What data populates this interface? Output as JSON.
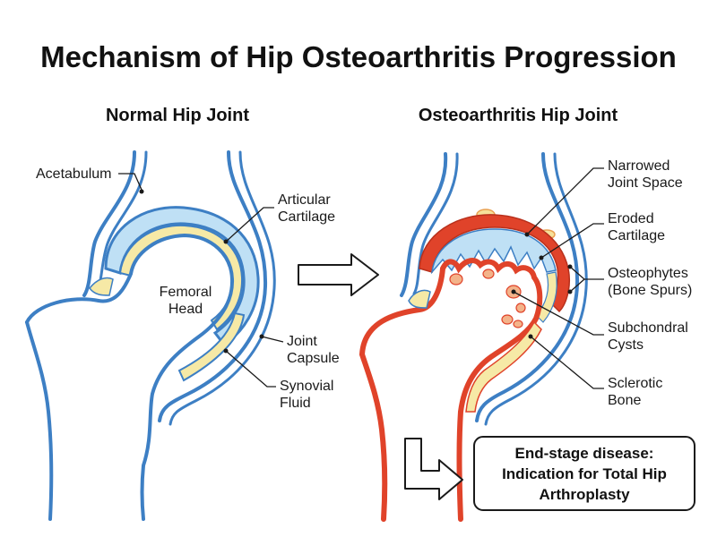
{
  "title": "Mechanism of Hip Osteoarthritis Progression",
  "panels": {
    "normal": {
      "title": "Normal Hip Joint",
      "labels": {
        "acetabulum": "Acetabulum",
        "articular_cartilage": [
          "Articular",
          "Cartilage"
        ],
        "femoral_head": [
          "Femoral",
          "Head"
        ],
        "joint_capsule": [
          "Joint",
          "Capsule"
        ],
        "synovial_fluid": [
          "Synovial",
          "Fluid"
        ]
      }
    },
    "oa": {
      "title": "Osteoarthritis Hip Joint",
      "labels": {
        "narrowed_joint_space": [
          "Narrowed",
          "Joint Space"
        ],
        "eroded_cartilage": [
          "Eroded",
          "Cartilage"
        ],
        "osteophytes": [
          "Osteophytes",
          "(Bone Spurs)"
        ],
        "subchondral_cysts": [
          "Subchondral",
          "Cysts"
        ],
        "sclerotic_bone": [
          "Sclerotic",
          "Bone"
        ]
      }
    }
  },
  "outcome_box": {
    "lines": [
      "End-stage disease:",
      "Indication for Total Hip",
      "Arthroplasty"
    ]
  },
  "colors": {
    "bone_outline": "#3d7fc4",
    "capsule_fill": "#bfe0f5",
    "cartilage": "#f6e9a6",
    "inflamed": "#e0432a",
    "inflamed_light": "#f3b38a"
  }
}
